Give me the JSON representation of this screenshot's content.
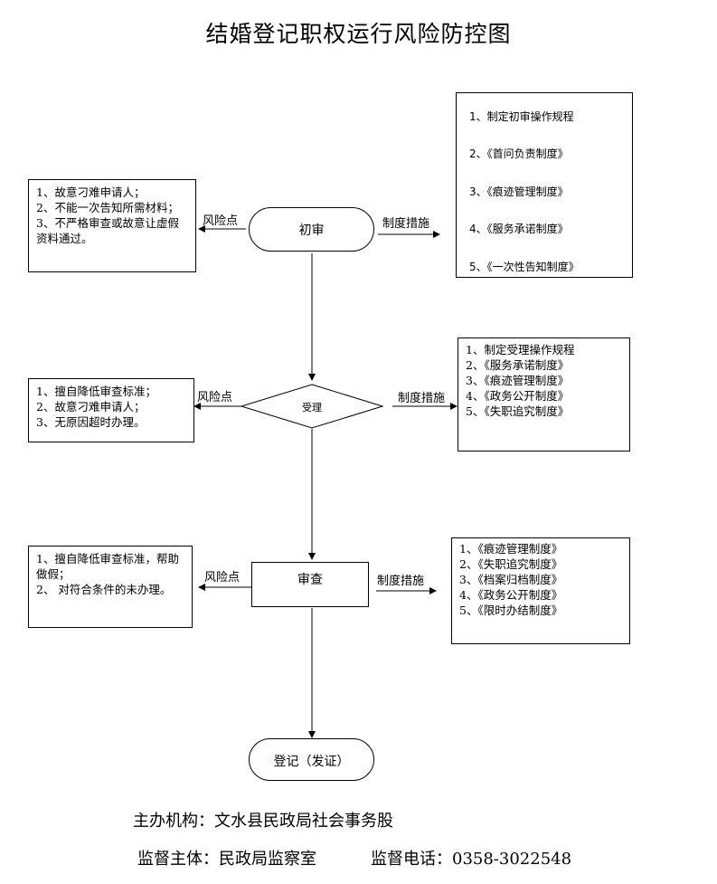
{
  "title": "结婚登记职权运行风险防控图",
  "nodes": {
    "chushen": "初审",
    "shouli": "受理",
    "shencha": "审查",
    "dengji": "登记（发证）"
  },
  "labels": {
    "risk_point": "风险点",
    "measures": "制度措施"
  },
  "risks": {
    "chushen": [
      "1、故意刁难申请人；",
      "2、不能一次告知所需材料；",
      "3、不严格审查或故意让虚假资料通过。"
    ],
    "shouli": [
      "1、擅自降低审查标准；",
      "2、故意刁难申请人；",
      "3、无原因超时办理。"
    ],
    "shencha": [
      "1、擅自降低审查标准，帮助做假；",
      "2、 对符合条件的未办理。"
    ]
  },
  "measures": {
    "chushen": [
      "1、制定初审操作规程",
      "2、《首问负责制度》",
      "3、《痕迹管理制度》",
      "4、《服务承诺制度》",
      "5、《一次性告知制度》"
    ],
    "shouli": [
      "1、制定受理操作规程",
      "2、《服务承诺制度》",
      "3、《痕迹管理制度》",
      "4、《政务公开制度》",
      "5、《失职追究制度》"
    ],
    "shencha": [
      "1、《痕迹管理制度》",
      "2、《失职追究制度》",
      "3、《档案归档制度》",
      "4、《政务公开制度》",
      "5、《限时办结制度》"
    ]
  },
  "footer": {
    "host": "主办机构：文水县民政局社会事务股",
    "supervisor": "监督主体：民政局监察室",
    "phone": "监督电话：0358-3022548"
  }
}
